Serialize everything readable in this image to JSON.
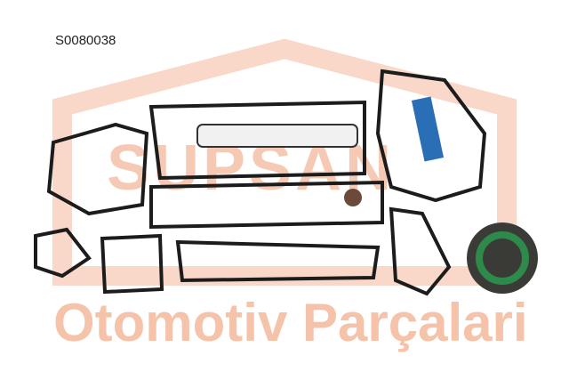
{
  "product": {
    "code": "S0080038"
  },
  "watermark": {
    "brand": "SUPSAN",
    "tagline": "Otomotiv Parçalari",
    "color": "#f4b89c"
  },
  "colors": {
    "gasket": "#1c1c1c",
    "seal_green": "#2e8a4a",
    "tube_blue": "#2a6fb5"
  }
}
